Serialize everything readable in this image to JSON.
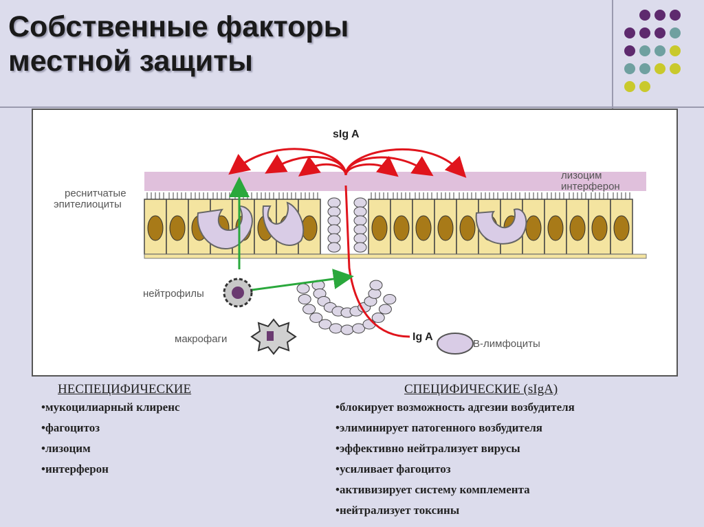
{
  "slide": {
    "title_line1": "Собственные факторы",
    "title_line2": "местной защиты"
  },
  "figure": {
    "label_sIgA": "sIg A",
    "label_lysozyme": "лизоцим",
    "label_interferon": "интерферон",
    "label_ciliated_1": "реснитчатые",
    "label_ciliated_2": "эпителиоциты",
    "label_neutrophils": "нейтрофилы",
    "label_macrophages": "макрофаги",
    "label_IgA": "Ig A",
    "label_b_lymphocytes": "B-лимфоциты"
  },
  "nonspecific": {
    "heading": "НЕСПЕЦИФИЧЕСКИЕ",
    "items": [
      "•мукоцилиарный клиренс",
      "•фагоцитоз",
      "•лизоцим",
      "•интерферон"
    ]
  },
  "specific": {
    "heading": "СПЕЦИФИЧЕСКИЕ (sIgA)",
    "items": [
      "•блокирует возможность адгезии возбудителя",
      "•элиминирует патогенного возбудителя",
      "•эффективно нейтрализует вирусы",
      "•усиливает фагоцитоз",
      "•активизирует систему комплемента",
      "•нейтрализует токсины"
    ]
  },
  "colors": {
    "purple": "#5e2a6e",
    "teal": "#6fa0a0",
    "olive": "#c9c92c",
    "mucus": "#e0c0dc",
    "cell": "#f4e4a0",
    "nucleus": "#a87a18",
    "arrow_red": "#e0141c",
    "arrow_green": "#2aa83c"
  }
}
